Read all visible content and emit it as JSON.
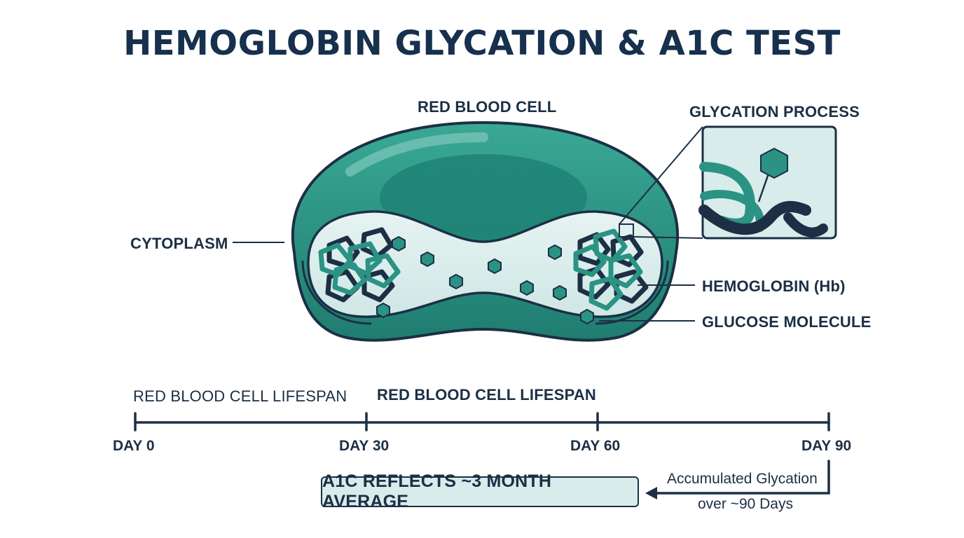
{
  "title": "HEMOGLOBIN GLYCATION & A1C TEST",
  "labels": {
    "red_blood_cell": "RED BLOOD CELL",
    "glycation_process": "GLYCATION PROCESS",
    "cytoplasm": "CYTOPLASM",
    "hemoglobin": "HEMOGLOBIN (Hb)",
    "glucose_molecule": "GLUCOSE MOLECULE"
  },
  "timeline": {
    "lifespan_label_1": "RED BLOOD CELL LIFESPAN",
    "lifespan_label_2": "RED BLOOD CELL LIFESPAN",
    "ticks": [
      "DAY 0",
      "DAY 30",
      "DAY 60",
      "DAY 90"
    ]
  },
  "result": {
    "a1c_label": "A1C REFLECTS ~3 MONTH AVERAGE",
    "note_line_1": "Accumulated Glycation",
    "note_line_2": "over ~90 Days"
  },
  "colors": {
    "teal": "#2a9384",
    "teal_dark": "#1e7a6d",
    "navy": "#1c2f45",
    "pale": "#d8eceb"
  }
}
